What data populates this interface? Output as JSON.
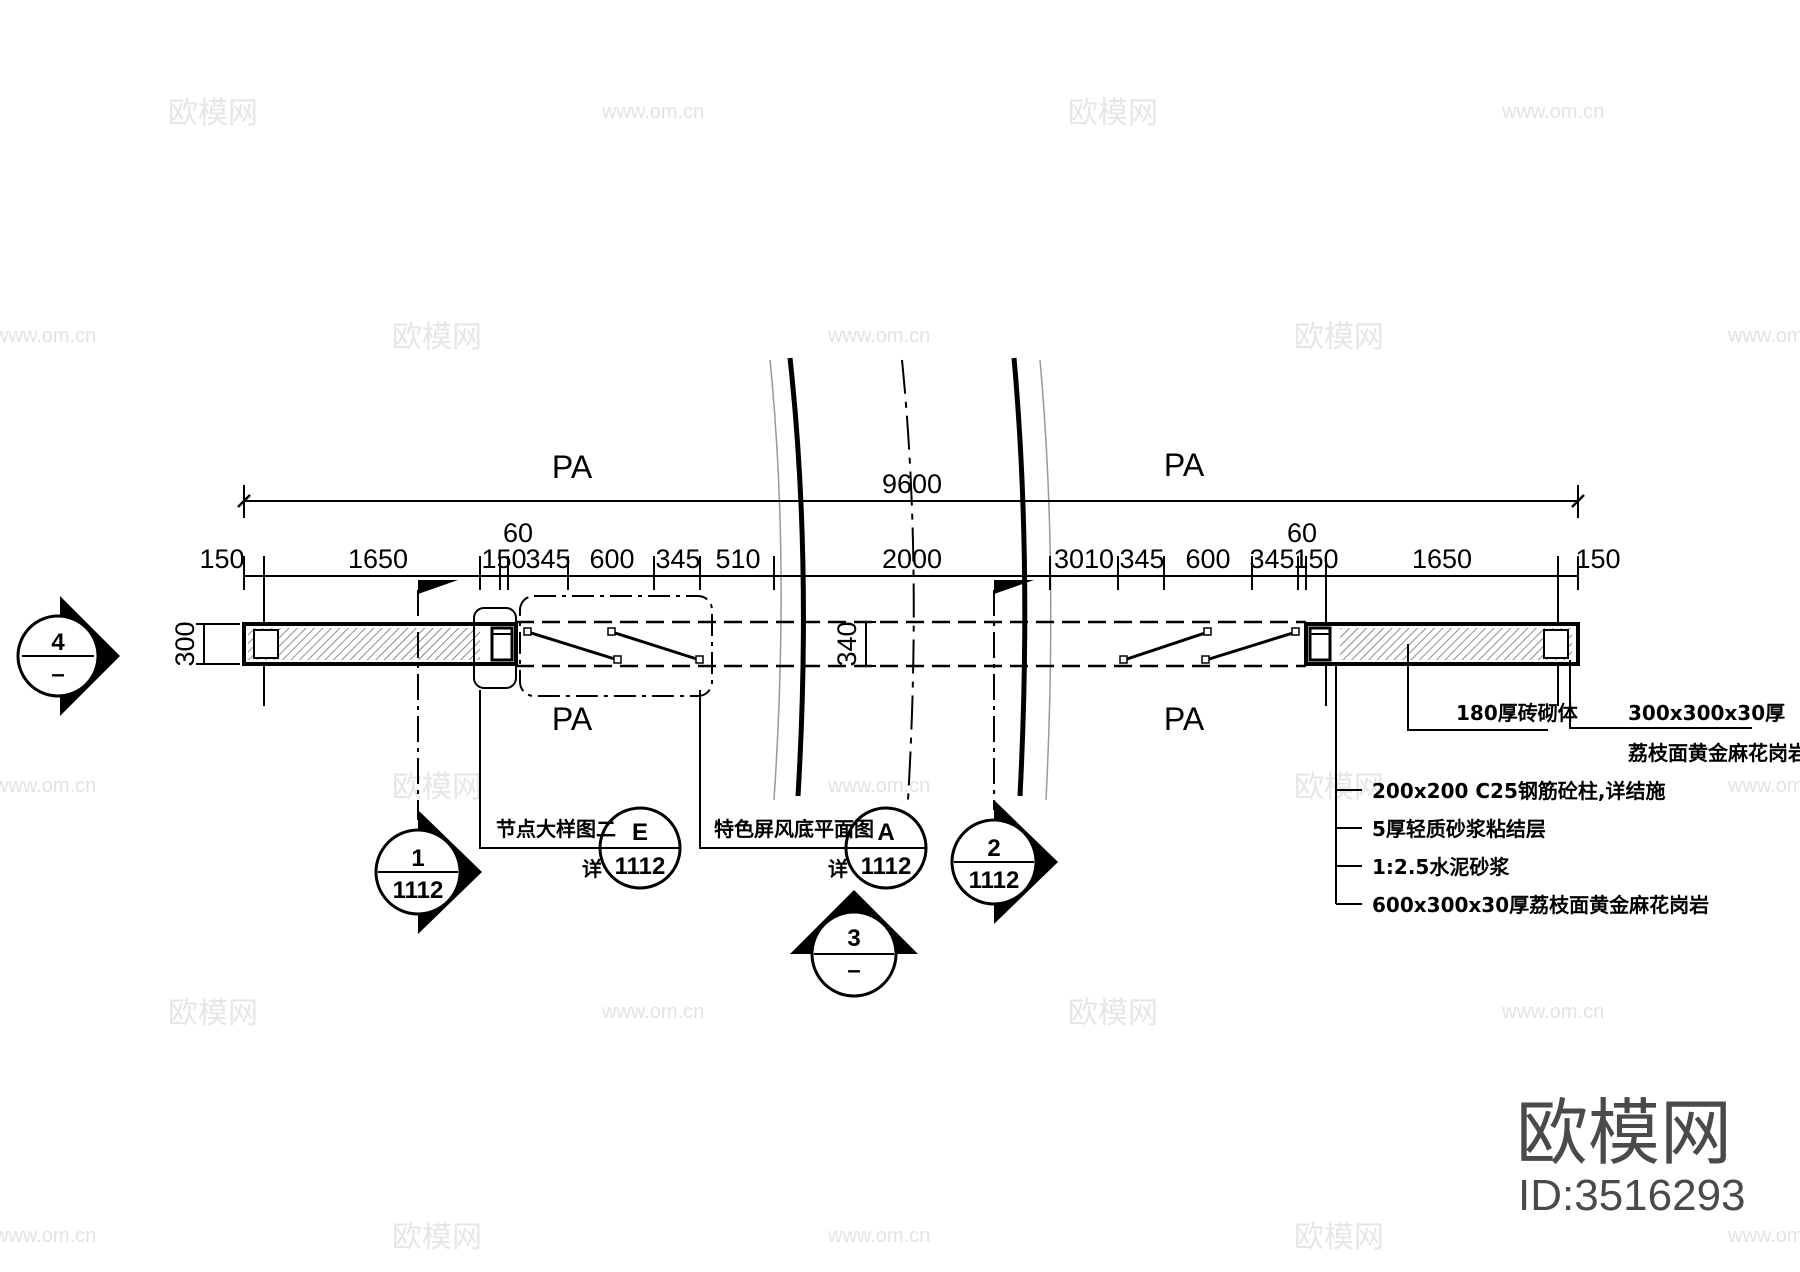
{
  "dims": {
    "overall": "9600",
    "segments": [
      "150",
      "1650",
      "150",
      "345",
      "600",
      "345",
      "510",
      "2000",
      "3010",
      "345",
      "600",
      "345",
      "150",
      "1650",
      "150"
    ],
    "gap_left": "60",
    "gap_right": "60",
    "height_left": "300",
    "height_mid": "340"
  },
  "zones": {
    "pa_top_left": "PA",
    "pa_top_right": "PA",
    "pa_bottom_left": "PA",
    "pa_bottom_right": "PA"
  },
  "callouts": {
    "detail_e_label": "节点大样图二",
    "detail_e_letter": "E",
    "detail_e_sheet": "1112",
    "detail_e_prefix": "详",
    "detail_a_label": "特色屏风底平面图",
    "detail_a_letter": "A",
    "detail_a_sheet": "1112",
    "detail_a_prefix": "详"
  },
  "section_marks": {
    "s1_num": "1",
    "s1_sheet": "1112",
    "s2_num": "2",
    "s2_sheet": "1112",
    "s3_num": "3",
    "s3_sheet": "–",
    "s4_num": "4",
    "s4_sheet": "–"
  },
  "notes": {
    "brick": "180厚砖砌体",
    "cap": "300x300x30厚",
    "cap2": "荔枝面黄金麻花岗岩",
    "layers": [
      "200x200 C25钢筋砼柱,详结施",
      "5厚轻质砂浆粘结层",
      "1:2.5水泥砂浆",
      "600x300x30厚荔枝面黄金麻花岗岩"
    ]
  },
  "watermark": {
    "brand": "欧模网",
    "url": "www.om.cn",
    "logo": "欧模网",
    "id": "ID:3516293"
  }
}
